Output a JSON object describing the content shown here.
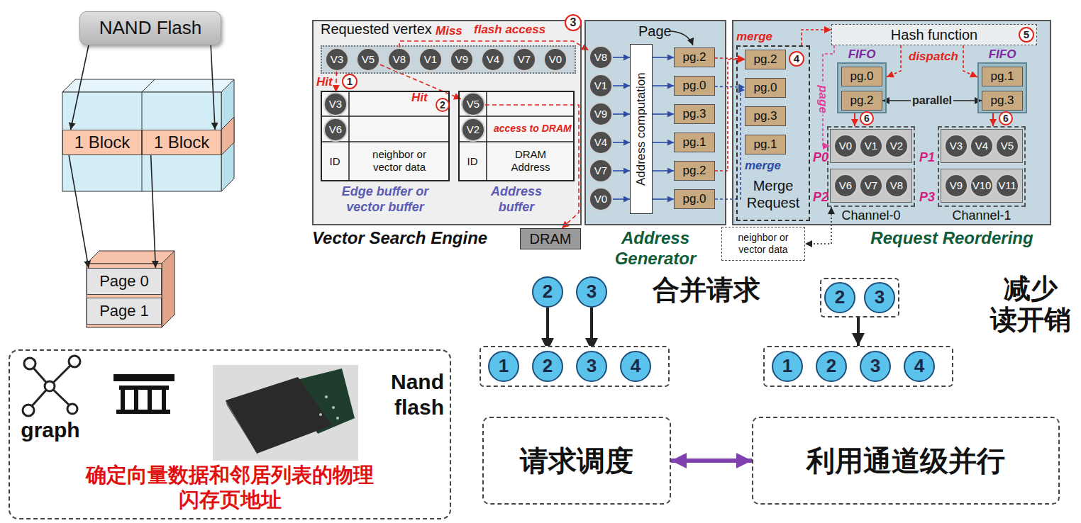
{
  "diagram": {
    "nodes": [
      {
        "text": [
          "NAND Flash"
        ]
      },
      {
        "text": [
          "1 Block"
        ]
      },
      {
        "text": [
          "1 Block"
        ]
      },
      {
        "text": [
          "Page 0"
        ]
      },
      {
        "text": [
          "Page 1"
        ]
      },
      {
        "text": [
          "graph",
          "Nand flash",
          "确定向量数据和邻居列表的物理闪存页地址"
        ]
      },
      {
        "text": [
          "Vector Search Engine"
        ]
      },
      {
        "text": [
          "Requested vertex"
        ],
        "in": 6
      },
      {
        "text": [
          "V3"
        ],
        "in": 7
      },
      {
        "text": [
          "V5"
        ],
        "in": 7
      },
      {
        "text": [
          "V8"
        ],
        "in": 7
      },
      {
        "text": [
          "V1"
        ],
        "in": 7
      },
      {
        "text": [
          "V9"
        ],
        "in": 7
      },
      {
        "text": [
          "V4"
        ],
        "in": 7
      },
      {
        "text": [
          "V7"
        ],
        "in": 7
      },
      {
        "text": [
          "V0"
        ],
        "in": 7
      },
      {
        "text": [
          "Edge buffer or vector buffer"
        ],
        "in": 6
      },
      {
        "text": [
          "V3"
        ],
        "in": 16
      },
      {
        "text": [
          "V6"
        ],
        "in": 16
      },
      {
        "text": [
          "ID"
        ],
        "in": 16
      },
      {
        "text": [
          "neighbor or vector data"
        ],
        "in": 16
      },
      {
        "text": [
          "Address buffer"
        ],
        "in": 6
      },
      {
        "text": [
          "V5"
        ],
        "in": 21
      },
      {
        "text": [
          "V2"
        ],
        "in": 21
      },
      {
        "text": [
          "ID"
        ],
        "in": 21
      },
      {
        "text": [
          "DRAM Address"
        ],
        "in": 21
      },
      {
        "text": [
          "DRAM"
        ]
      },
      {
        "text": [
          "Page",
          "Address Generator"
        ]
      },
      {
        "text": [
          "V8"
        ],
        "in": 27
      },
      {
        "text": [
          "V1"
        ],
        "in": 27
      },
      {
        "text": [
          "V9"
        ],
        "in": 27
      },
      {
        "text": [
          "V4"
        ],
        "in": 27
      },
      {
        "text": [
          "V7"
        ],
        "in": 27
      },
      {
        "text": [
          "V0"
        ],
        "in": 27
      },
      {
        "text": [
          "Address computation"
        ],
        "in": 27
      },
      {
        "text": [
          "pg.2"
        ],
        "in": 27
      },
      {
        "text": [
          "pg.0"
        ],
        "in": 27
      },
      {
        "text": [
          "pg.3"
        ],
        "in": 27
      },
      {
        "text": [
          "pg.1"
        ],
        "in": 27
      },
      {
        "text": [
          "pg.2"
        ],
        "in": 27
      },
      {
        "text": [
          "pg.0"
        ],
        "in": 27
      },
      {
        "text": [
          "Request Reordering"
        ]
      },
      {
        "text": [
          "Merge Request"
        ],
        "in": 41
      },
      {
        "text": [
          "pg.2"
        ],
        "in": 42
      },
      {
        "text": [
          "pg.0"
        ],
        "in": 42
      },
      {
        "text": [
          "pg.3"
        ],
        "in": 42
      },
      {
        "text": [
          "pg.1"
        ],
        "in": 42
      },
      {
        "text": [
          "Hash function"
        ],
        "in": 41
      },
      {
        "text": [
          "FIFO"
        ],
        "in": 41
      },
      {
        "text": [
          "pg.0"
        ],
        "in": 48
      },
      {
        "text": [
          "pg.2"
        ],
        "in": 48
      },
      {
        "text": [
          "FIFO"
        ],
        "in": 41
      },
      {
        "text": [
          "pg.1"
        ],
        "in": 51
      },
      {
        "text": [
          "pg.3"
        ],
        "in": 51
      },
      {
        "text": [
          "Channel-0"
        ],
        "in": 41
      },
      {
        "text": [
          "P0"
        ],
        "in": 54
      },
      {
        "text": [
          "V0"
        ],
        "in": 55
      },
      {
        "text": [
          "V1"
        ],
        "in": 55
      },
      {
        "text": [
          "V2"
        ],
        "in": 55
      },
      {
        "text": [
          "P2"
        ],
        "in": 54
      },
      {
        "text": [
          "V6"
        ],
        "in": 59
      },
      {
        "text": [
          "V7"
        ],
        "in": 59
      },
      {
        "text": [
          "V8"
        ],
        "in": 59
      },
      {
        "text": [
          "Channel-1"
        ],
        "in": 41
      },
      {
        "text": [
          "P1"
        ],
        "in": 63
      },
      {
        "text": [
          "V3"
        ],
        "in": 64
      },
      {
        "text": [
          "V4"
        ],
        "in": 64
      },
      {
        "text": [
          "V5"
        ],
        "in": 64
      },
      {
        "text": [
          "P3"
        ],
        "in": 63
      },
      {
        "text": [
          "V9"
        ],
        "in": 68
      },
      {
        "text": [
          "V10"
        ],
        "in": 68
      },
      {
        "text": [
          "V11"
        ],
        "in": 68
      },
      {
        "text": [
          "neighbor or vector data"
        ]
      },
      {
        "text": [
          "2"
        ]
      },
      {
        "text": [
          "3"
        ]
      },
      {
        "text": []
      },
      {
        "text": [
          "1"
        ],
        "in": 75
      },
      {
        "text": [
          "2"
        ],
        "in": 75
      },
      {
        "text": [
          "3"
        ],
        "in": 75
      },
      {
        "text": [
          "4"
        ],
        "in": 75
      },
      {
        "text": []
      },
      {
        "text": [
          "2"
        ],
        "in": 80
      },
      {
        "text": [
          "3"
        ],
        "in": 80
      },
      {
        "text": []
      },
      {
        "text": [
          "1"
        ],
        "in": 83
      },
      {
        "text": [
          "2"
        ],
        "in": 83
      },
      {
        "text": [
          "3"
        ],
        "in": 83
      },
      {
        "text": [
          "4"
        ],
        "in": 83
      },
      {
        "text": [
          "请求调度"
        ]
      },
      {
        "text": [
          "利用通道级并行"
        ]
      }
    ],
    "edges": [
      {
        "from": 0,
        "to": 1,
        "arrow": "to"
      },
      {
        "from": 0,
        "to": 2,
        "arrow": "to"
      },
      {
        "from": 1,
        "to": 3,
        "arrow": "to"
      },
      {
        "from": 2,
        "to": 3,
        "arrow": "to"
      },
      {
        "from": 8,
        "to": 17,
        "arrow": "to",
        "label": "Hit"
      },
      {
        "from": 9,
        "to": 22,
        "arrow": "to",
        "label": "Hit"
      },
      {
        "from": 10,
        "to": 28,
        "arrow": "to",
        "label": "flash access"
      },
      {
        "from": 22,
        "to": 26,
        "arrow": "to",
        "label": "access to DRAM"
      },
      {
        "from": 28,
        "to": 34,
        "arrow": "to"
      },
      {
        "from": 29,
        "to": 34,
        "arrow": "to"
      },
      {
        "from": 30,
        "to": 34,
        "arrow": "to"
      },
      {
        "from": 31,
        "to": 34,
        "arrow": "to"
      },
      {
        "from": 32,
        "to": 34,
        "arrow": "to"
      },
      {
        "from": 33,
        "to": 34,
        "arrow": "to"
      },
      {
        "from": 34,
        "to": 35,
        "arrow": "to"
      },
      {
        "from": 34,
        "to": 36,
        "arrow": "to"
      },
      {
        "from": 34,
        "to": 37,
        "arrow": "to"
      },
      {
        "from": 34,
        "to": 38,
        "arrow": "to"
      },
      {
        "from": 34,
        "to": 39,
        "arrow": "to"
      },
      {
        "from": 34,
        "to": 40,
        "arrow": "to"
      },
      {
        "from": 35,
        "to": 43,
        "arrow": "to",
        "label": "merge"
      },
      {
        "from": 39,
        "to": 43,
        "arrow": "to"
      },
      {
        "from": 36,
        "to": 44,
        "arrow": "to"
      },
      {
        "from": 40,
        "to": 44,
        "arrow": "to",
        "label": "merge"
      },
      {
        "from": 42,
        "to": 47,
        "arrow": "to"
      },
      {
        "from": 47,
        "to": 48,
        "arrow": "to",
        "label": "dispatch"
      },
      {
        "from": 47,
        "to": 51,
        "arrow": "to"
      },
      {
        "from": 50,
        "to": 53,
        "arrow": "both",
        "label": "parallel"
      },
      {
        "from": 48,
        "to": 54,
        "arrow": "to"
      },
      {
        "from": 51,
        "to": 63,
        "arrow": "to"
      },
      {
        "from": 47,
        "to": 55,
        "arrow": "to",
        "label": "page"
      },
      {
        "from": 54,
        "to": 72,
        "arrow": "both"
      },
      {
        "from": 73,
        "to": 77,
        "arrow": "to"
      },
      {
        "from": 74,
        "to": 78,
        "arrow": "to"
      },
      {
        "from": 80,
        "to": 83,
        "arrow": "to"
      },
      {
        "from": 88,
        "to": 89,
        "arrow": "both"
      }
    ],
    "labels": [
      "Miss",
      "1",
      "2",
      "3",
      "4",
      "5",
      "6",
      "6",
      "合并请求",
      "减少 读开销"
    ]
  }
}
